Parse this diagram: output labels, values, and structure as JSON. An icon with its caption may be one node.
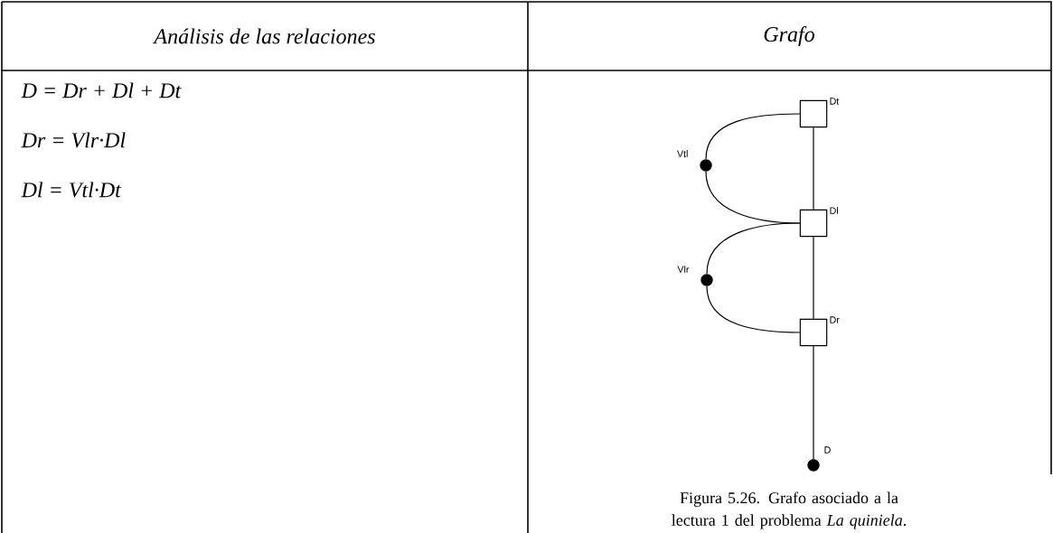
{
  "diagram": {
    "caption": "Figura 5.26. Grafo asociado a la lectura 1 del problema *La quiniela*.",
    "nodes": [
      {
        "text": [],
        "shape": "box",
        "beside": [
          "Dt"
        ]
      },
      {
        "text": [],
        "shape": "circle",
        "beside": [
          "Vtl"
        ]
      },
      {
        "text": [],
        "shape": "box",
        "beside": [
          "Dl"
        ]
      },
      {
        "text": [],
        "shape": "circle",
        "beside": [
          "Vlr"
        ]
      },
      {
        "text": [],
        "shape": "box",
        "beside": [
          "Dr"
        ]
      },
      {
        "text": [],
        "shape": "circle",
        "beside": [
          "D"
        ]
      }
    ],
    "edges": [
      {
        "from": 0,
        "to": 2,
        "arrow": "none"
      },
      {
        "from": 2,
        "to": 4,
        "arrow": "none"
      },
      {
        "from": 4,
        "to": 5,
        "arrow": "none"
      },
      {
        "from": 0,
        "to": 1,
        "arrow": "none"
      },
      {
        "from": 1,
        "to": 2,
        "arrow": "none"
      },
      {
        "from": 2,
        "to": 3,
        "arrow": "none"
      },
      {
        "from": 3,
        "to": 4,
        "arrow": "none"
      }
    ],
    "labels": [
      "Análisis de las relaciones",
      "Grafo",
      "D = Dr + Dl + Dt",
      "Dr = Vlr·Dl",
      "Dl = Vtl·Dt"
    ]
  }
}
